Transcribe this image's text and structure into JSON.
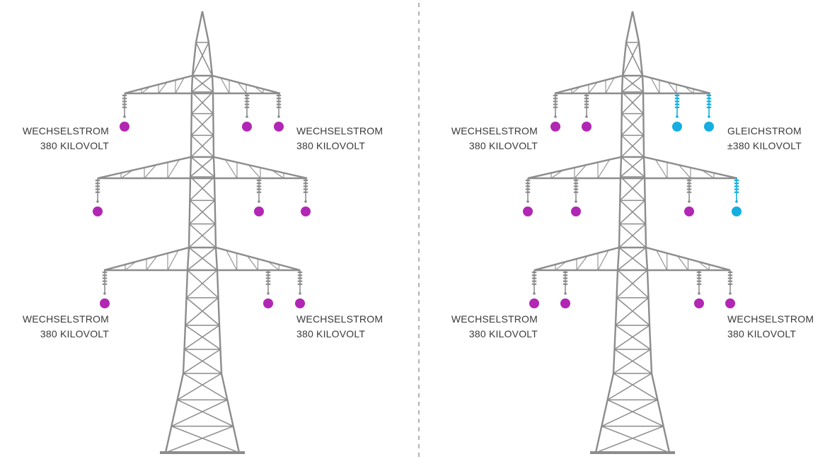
{
  "colors": {
    "tower": "#8c8c8c",
    "ac": "#b226b4",
    "dc": "#14aee0",
    "text": "#3a3a3a",
    "divider": "#9a9a9a"
  },
  "left_tower": {
    "top_left": {
      "line1": "WECHSELSTROM",
      "line2": "380 KILOVOLT"
    },
    "top_right": {
      "line1": "WECHSELSTROM",
      "line2": "380 KILOVOLT"
    },
    "bottom_left": {
      "line1": "WECHSELSTROM",
      "line2": "380 KILOVOLT"
    },
    "bottom_right": {
      "line1": "WECHSELSTROM",
      "line2": "380 KILOVOLT"
    }
  },
  "right_tower": {
    "top_left": {
      "line1": "WECHSELSTROM",
      "line2": "380 KILOVOLT"
    },
    "top_right": {
      "line1": "GLEICHSTROM",
      "line2": "±380 KILOVOLT"
    },
    "bottom_left": {
      "line1": "WECHSELSTROM",
      "line2": "380 KILOVOLT"
    },
    "bottom_right": {
      "line1": "WECHSELSTROM",
      "line2": "380 KILOVOLT"
    }
  }
}
